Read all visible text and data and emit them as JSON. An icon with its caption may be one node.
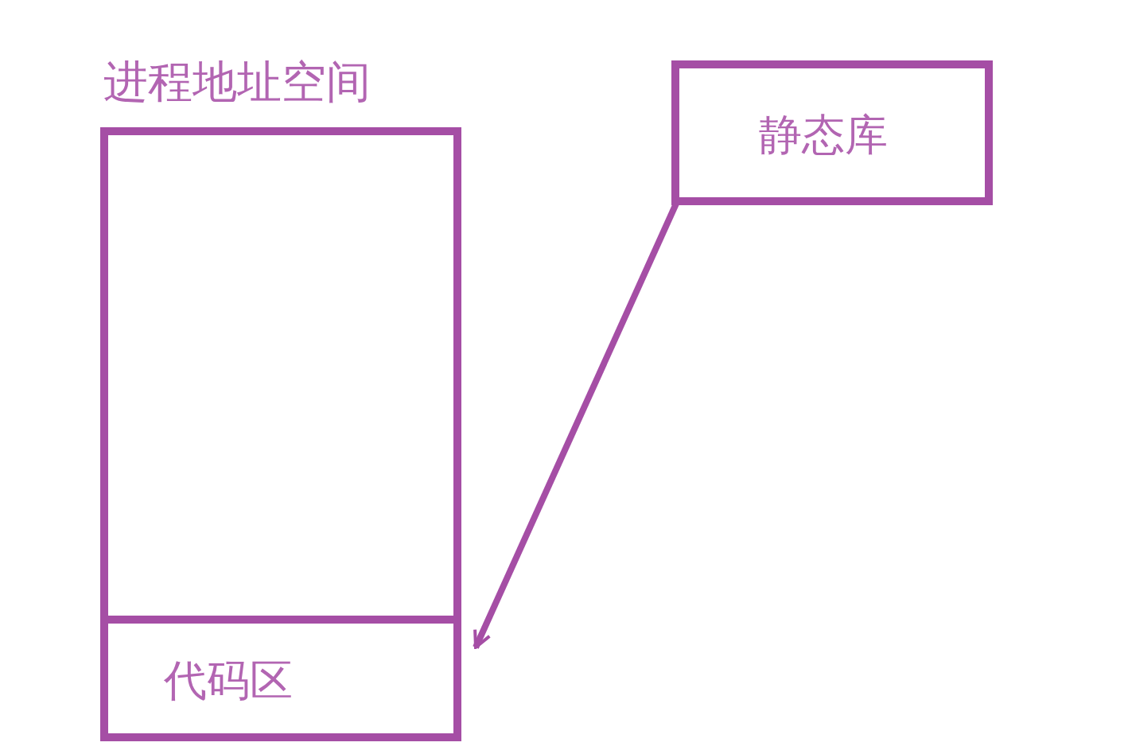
{
  "diagram": {
    "nodes": [
      {
        "text": [
          "进程地址空间"
        ]
      },
      {
        "text": [
          "代码区"
        ],
        "in": 0
      },
      {
        "text": [
          "静态库"
        ]
      }
    ],
    "edges": [
      {
        "from": 2,
        "to": 1,
        "arrow": "to"
      }
    ]
  }
}
